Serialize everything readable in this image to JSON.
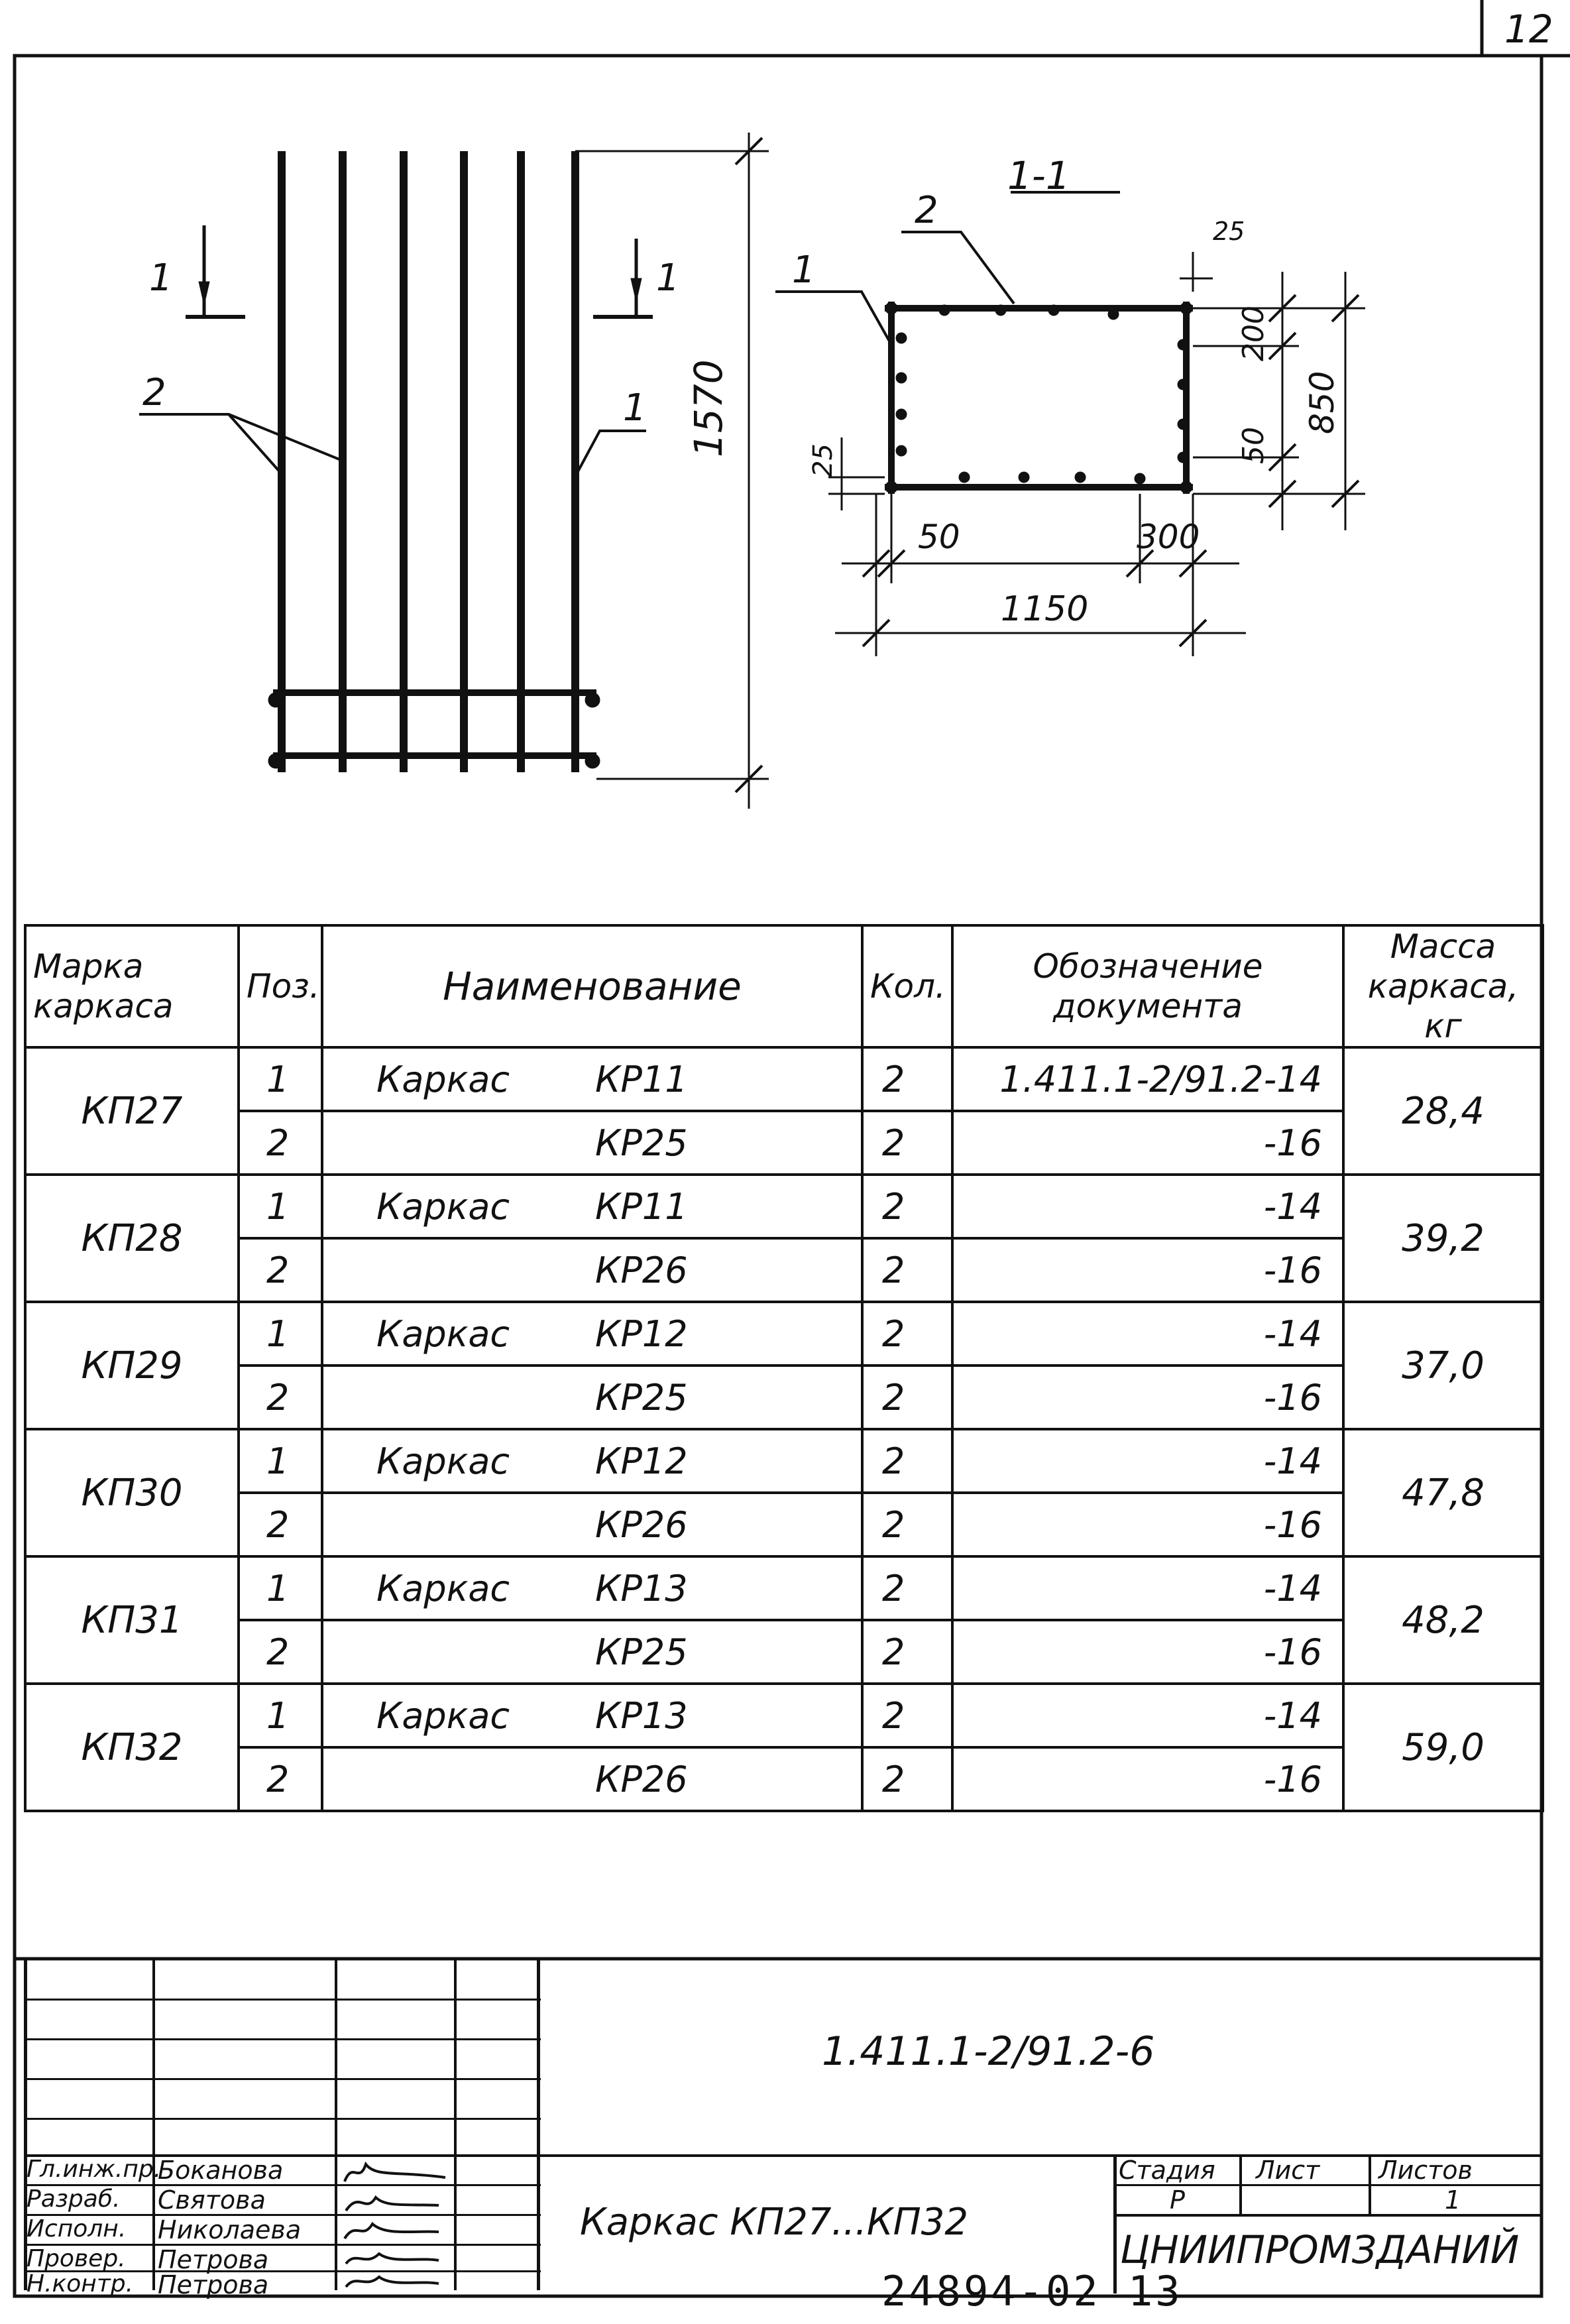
{
  "sheet_number": "12",
  "bottom_code": "24894-02  13",
  "drawing": {
    "section_title": "1-1",
    "elevation_labels": {
      "cut_left": "1",
      "cut_right": "1",
      "leader_2": "2",
      "leader_1": "1"
    },
    "section_labels": {
      "pos_1": "1",
      "pos_2": "2"
    },
    "dimensions": {
      "height": "1570",
      "top_offset": "25",
      "edge_200": "200",
      "height_850": "850",
      "edge_50_right": "50",
      "left_25": "25",
      "bottom_50": "50",
      "bottom_300": "300",
      "width_1150": "1150"
    }
  },
  "table": {
    "headers": {
      "mark": "Марка каркаса",
      "pos": "Поз.",
      "name": "Наименование",
      "qty": "Кол.",
      "doc": "Обозначение документа",
      "mass": "Масса каркаса, кг"
    },
    "groups": [
      {
        "mark": "КП27",
        "mass": "28,4",
        "rows": [
          {
            "pos": "1",
            "name": "Каркас",
            "code": "КР11",
            "qty": "2",
            "doc": "1.411.1-2/91.2-14"
          },
          {
            "pos": "2",
            "name": "",
            "code": "КР25",
            "qty": "2",
            "doc": "-16"
          }
        ]
      },
      {
        "mark": "КП28",
        "mass": "39,2",
        "rows": [
          {
            "pos": "1",
            "name": "Каркас",
            "code": "КР11",
            "qty": "2",
            "doc": "-14"
          },
          {
            "pos": "2",
            "name": "",
            "code": "КР26",
            "qty": "2",
            "doc": "-16"
          }
        ]
      },
      {
        "mark": "КП29",
        "mass": "37,0",
        "rows": [
          {
            "pos": "1",
            "name": "Каркас",
            "code": "КР12",
            "qty": "2",
            "doc": "-14"
          },
          {
            "pos": "2",
            "name": "",
            "code": "КР25",
            "qty": "2",
            "doc": "-16"
          }
        ]
      },
      {
        "mark": "КП30",
        "mass": "47,8",
        "rows": [
          {
            "pos": "1",
            "name": "Каркас",
            "code": "КР12",
            "qty": "2",
            "doc": "-14"
          },
          {
            "pos": "2",
            "name": "",
            "code": "КР26",
            "qty": "2",
            "doc": "-16"
          }
        ]
      },
      {
        "mark": "КП31",
        "mass": "48,2",
        "rows": [
          {
            "pos": "1",
            "name": "Каркас",
            "code": "КР13",
            "qty": "2",
            "doc": "-14"
          },
          {
            "pos": "2",
            "name": "",
            "code": "КР25",
            "qty": "2",
            "doc": "-16"
          }
        ]
      },
      {
        "mark": "КП32",
        "mass": "59,0",
        "rows": [
          {
            "pos": "1",
            "name": "Каркас",
            "code": "КР13",
            "qty": "2",
            "doc": "-14"
          },
          {
            "pos": "2",
            "name": "",
            "code": "КР26",
            "qty": "2",
            "doc": "-16"
          }
        ]
      }
    ]
  },
  "title_block": {
    "document_code": "1.411.1-2/91.2-6",
    "item_title": "Каркас КП27...КП32",
    "organization": "ЦНИИПРОМЗДАНИЙ",
    "stage_label": "Стадия",
    "sheet_label": "Лист",
    "sheets_label": "Листов",
    "stage_value": "Р",
    "sheet_value": "",
    "sheets_value": "1",
    "signatories": [
      {
        "role": "Гл.инж.пр.",
        "name": "Боканова"
      },
      {
        "role": "Разраб.",
        "name": "Святова"
      },
      {
        "role": "Исполн.",
        "name": "Николаева"
      },
      {
        "role": "Провер.",
        "name": "Петрова"
      },
      {
        "role": "Н.контр.",
        "name": "Петрова"
      }
    ]
  }
}
